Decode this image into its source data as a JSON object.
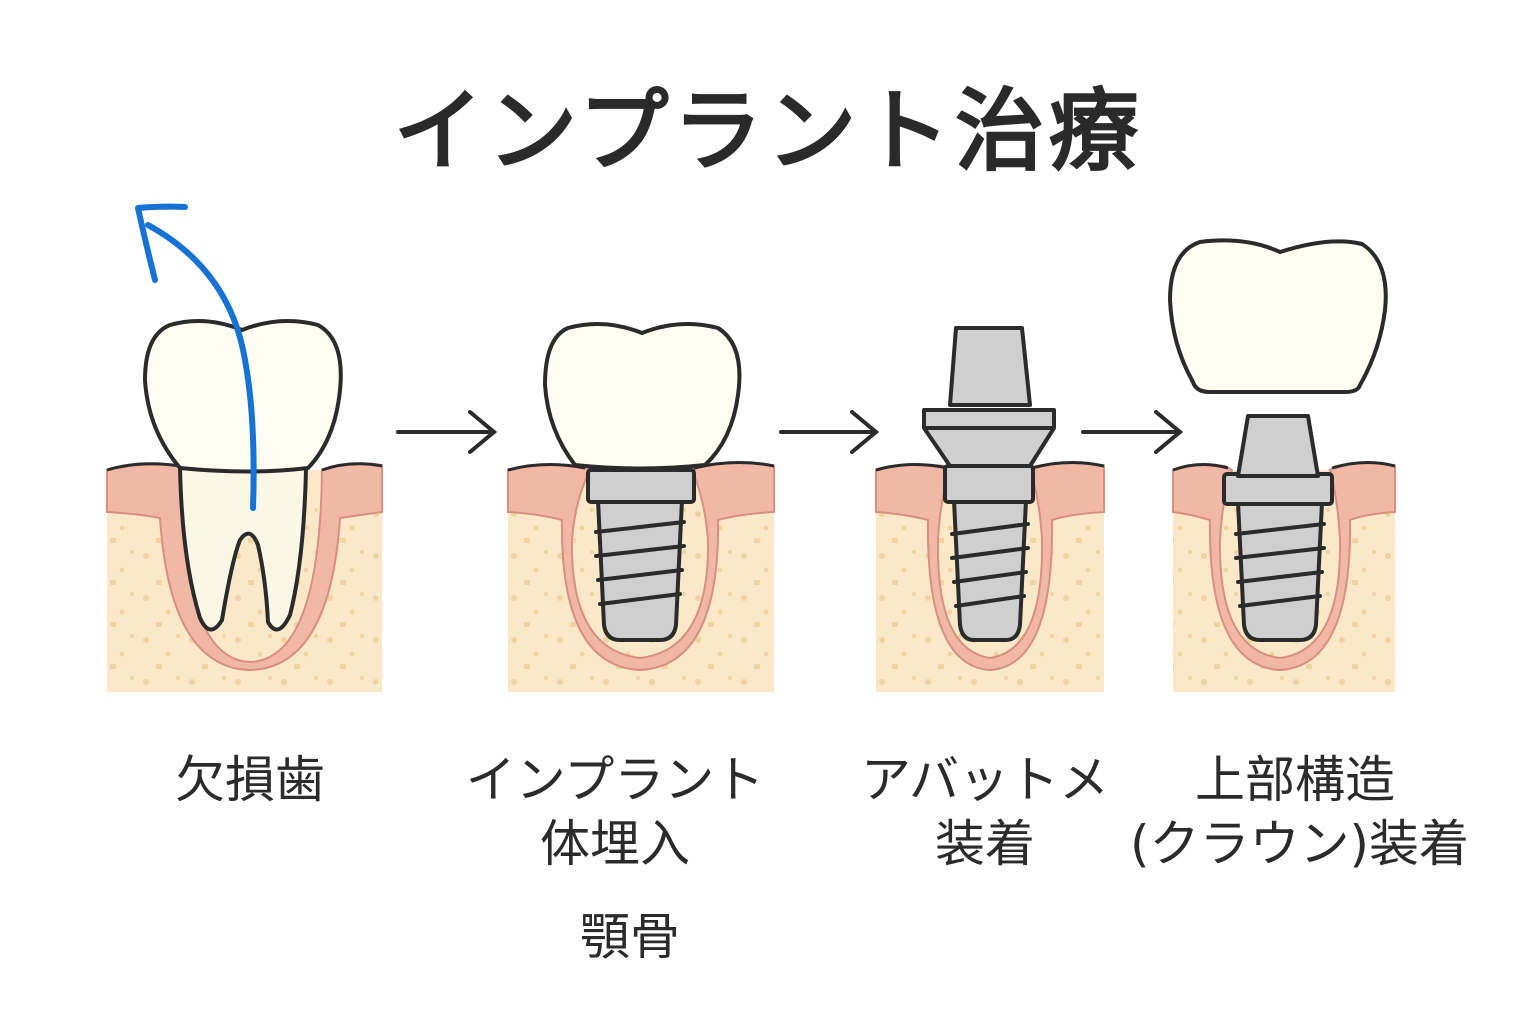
{
  "title": "インプラント治療",
  "colors": {
    "bone": "#fbe8c8",
    "bone_dot": "#f0d3a2",
    "gum": "#f2b8a6",
    "gum_dark": "#d98f7f",
    "tooth": "#fffdf4",
    "root": "#fbf7e6",
    "metal": "#cfcfcf",
    "outline": "#2b2b2b",
    "arrow_blue": "#1673d6"
  },
  "steps": [
    {
      "label_lines": [
        "欠損歯"
      ]
    },
    {
      "label_lines": [
        "インプラント",
        "体埋入"
      ],
      "sub_label": "顎骨"
    },
    {
      "label_lines": [
        "アバットメ",
        "装着"
      ]
    },
    {
      "label_lines": [
        "上部構造",
        "(クラウン)装着"
      ]
    }
  ]
}
